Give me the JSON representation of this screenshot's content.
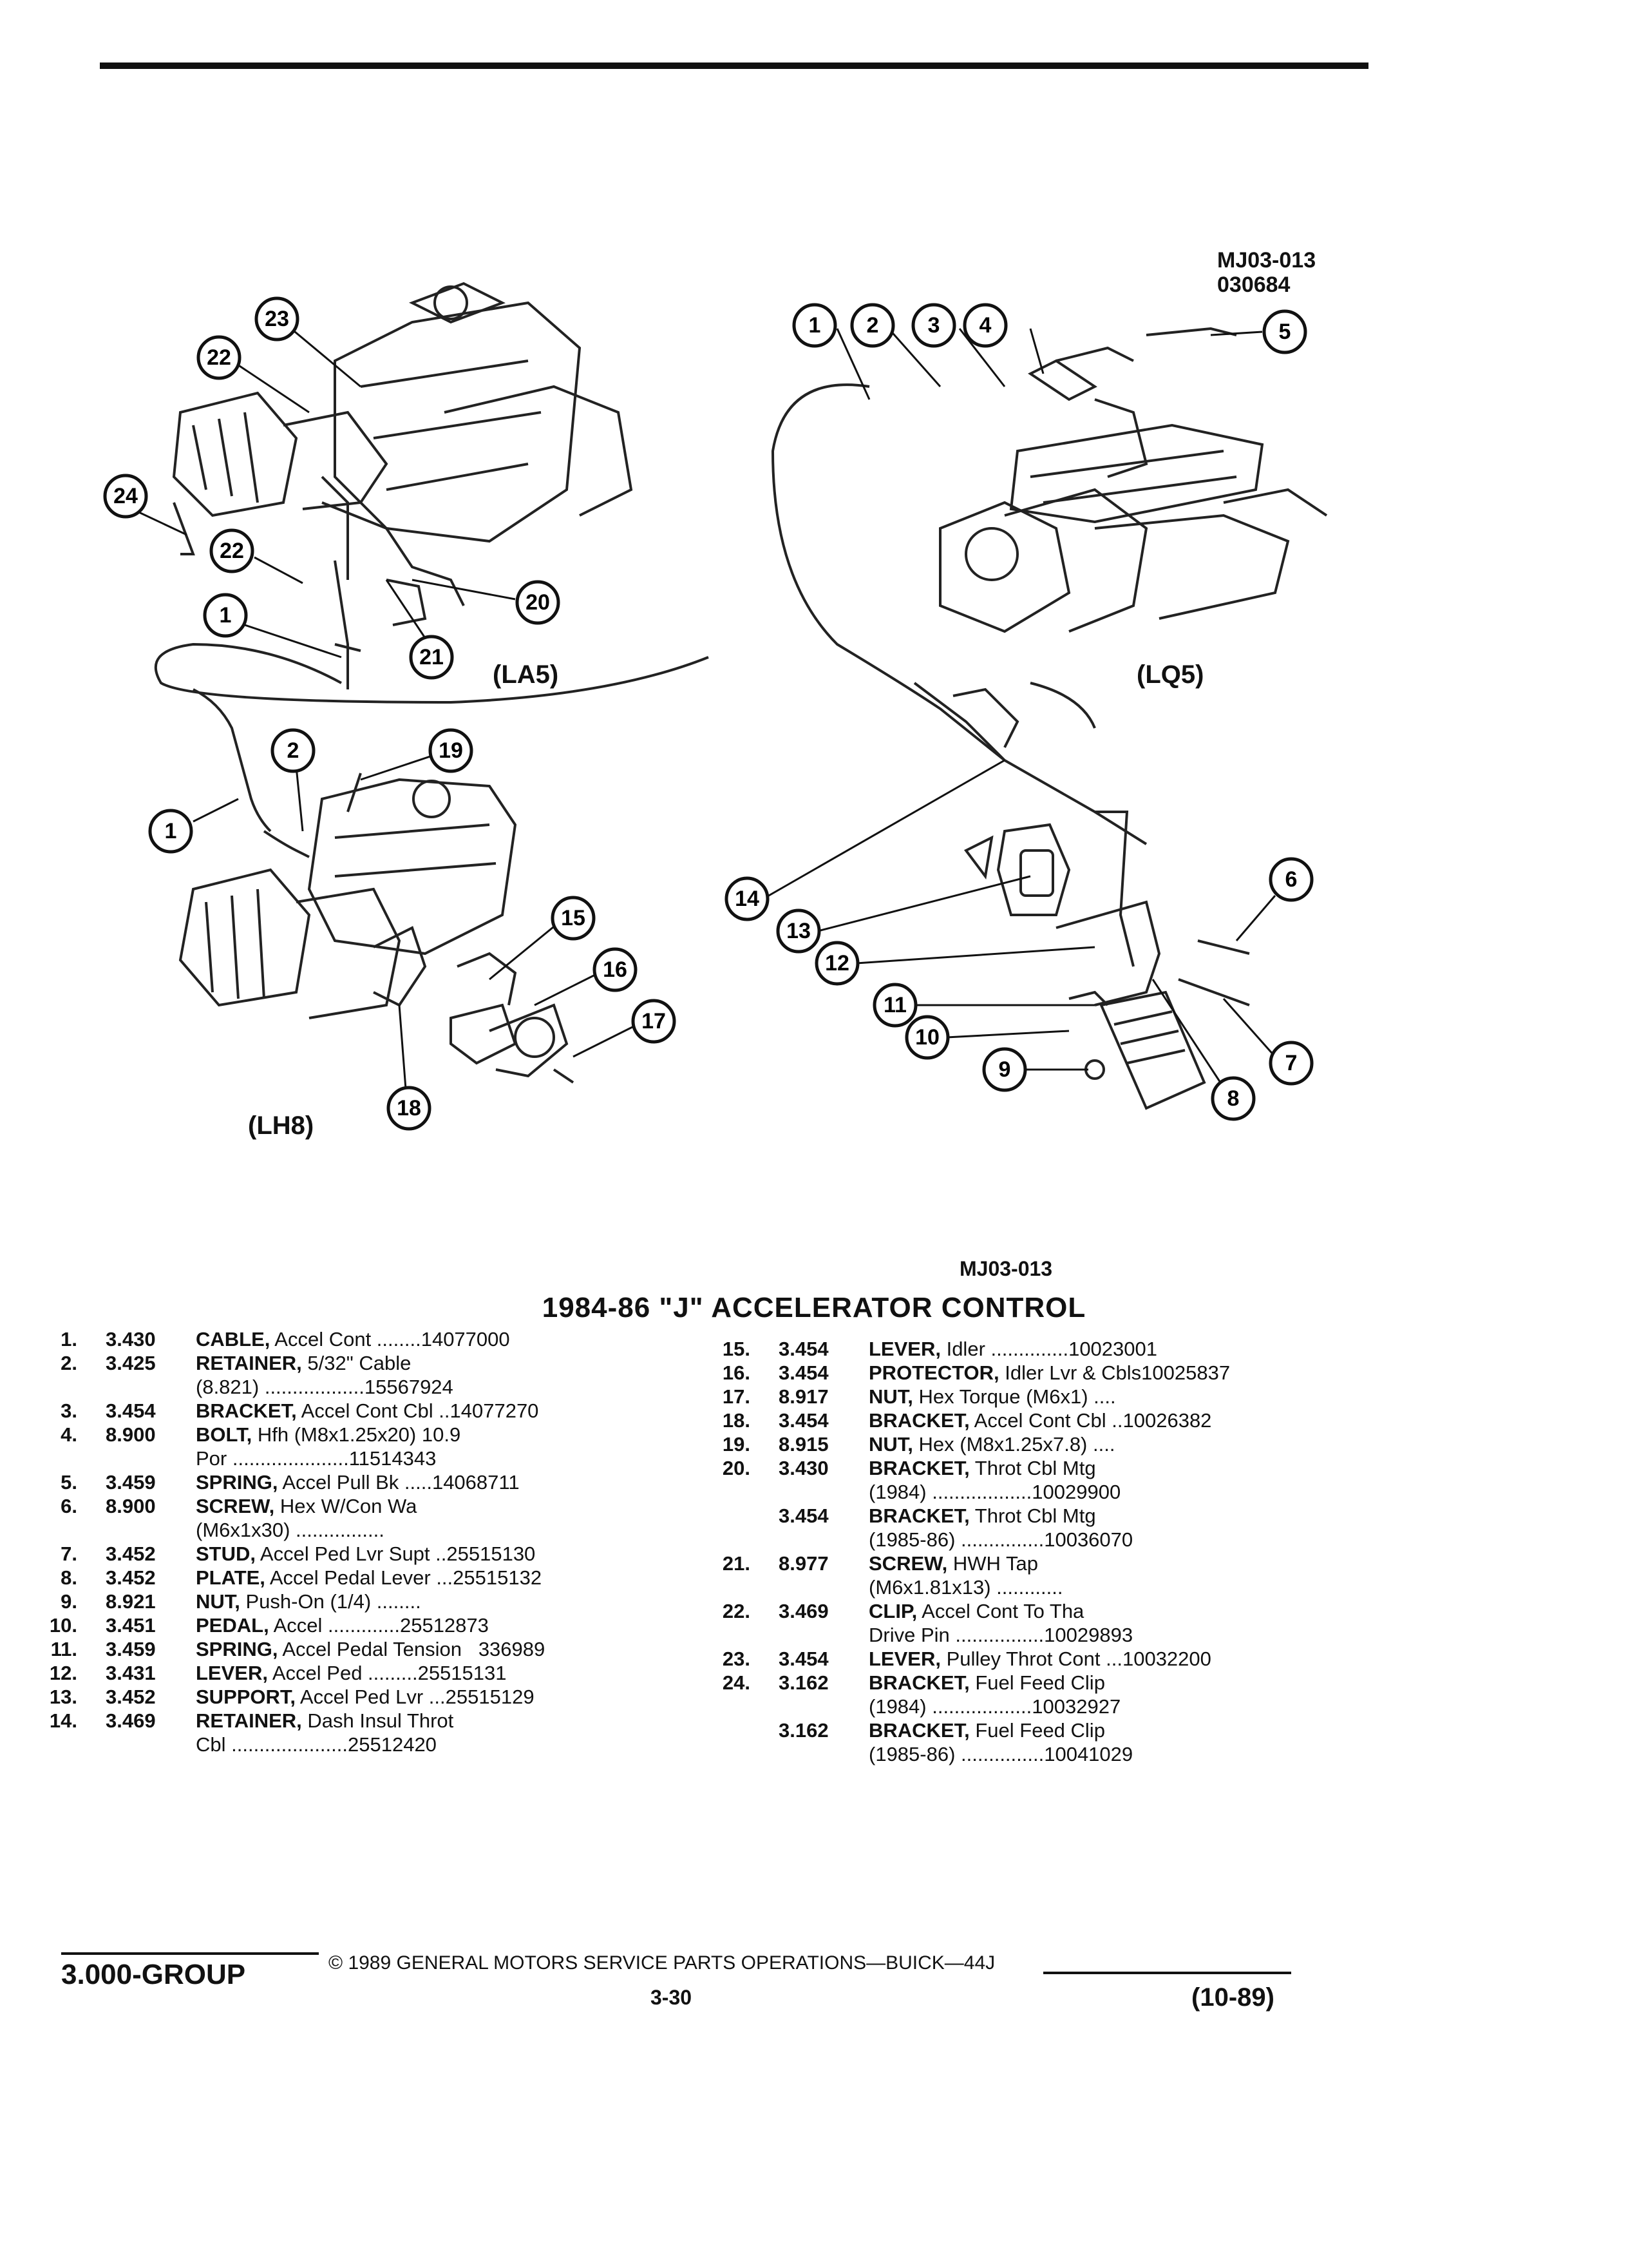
{
  "figure": {
    "id_top": "MJ03-013",
    "date_code": "030684",
    "id_bottom": "MJ03-013",
    "engine_labels": {
      "la5": "(LA5)",
      "lq5": "(LQ5)",
      "lh8": "(LH8)"
    },
    "callouts": [
      "1",
      "2",
      "3",
      "4",
      "5",
      "6",
      "7",
      "8",
      "9",
      "10",
      "11",
      "12",
      "13",
      "14",
      "15",
      "16",
      "17",
      "18",
      "19",
      "20",
      "21",
      "22",
      "23",
      "24"
    ]
  },
  "title": "1984-86 \"J\" ACCELERATOR CONTROL",
  "parts_left": [
    {
      "n": "1.",
      "g": "3.430",
      "name": "CABLE,",
      "rest": " Accel Cont ........14077000"
    },
    {
      "n": "2.",
      "g": "3.425",
      "name": "RETAINER,",
      "rest": " 5/32\" Cable"
    },
    {
      "n": "",
      "g": "",
      "name": "",
      "rest": "(8.821) ..................15567924"
    },
    {
      "n": "3.",
      "g": "3.454",
      "name": "BRACKET,",
      "rest": " Accel Cont Cbl ..14077270"
    },
    {
      "n": "4.",
      "g": "8.900",
      "name": "BOLT,",
      "rest": " Hfh (M8x1.25x20) 10.9"
    },
    {
      "n": "",
      "g": "",
      "name": "",
      "rest": "Por .....................11514343"
    },
    {
      "n": "5.",
      "g": "3.459",
      "name": "SPRING,",
      "rest": " Accel Pull Bk .....14068711"
    },
    {
      "n": "6.",
      "g": "8.900",
      "name": "SCREW,",
      "rest": " Hex W/Con Wa"
    },
    {
      "n": "",
      "g": "",
      "name": "",
      "rest": "(M6x1x30) ................"
    },
    {
      "n": "7.",
      "g": "3.452",
      "name": "STUD,",
      "rest": " Accel Ped Lvr Supt ..25515130"
    },
    {
      "n": "8.",
      "g": "3.452",
      "name": "PLATE,",
      "rest": " Accel Pedal Lever ...25515132"
    },
    {
      "n": "9.",
      "g": "8.921",
      "name": "NUT,",
      "rest": " Push-On (1/4) ........"
    },
    {
      "n": "10.",
      "g": "3.451",
      "name": "PEDAL,",
      "rest": " Accel .............25512873"
    },
    {
      "n": "11.",
      "g": "3.459",
      "name": "SPRING,",
      "rest": " Accel Pedal Tension   336989"
    },
    {
      "n": "12.",
      "g": "3.431",
      "name": "LEVER,",
      "rest": " Accel Ped .........25515131"
    },
    {
      "n": "13.",
      "g": "3.452",
      "name": "SUPPORT,",
      "rest": " Accel Ped Lvr ...25515129"
    },
    {
      "n": "14.",
      "g": "3.469",
      "name": "RETAINER,",
      "rest": " Dash Insul Throt"
    },
    {
      "n": "",
      "g": "",
      "name": "",
      "rest": "Cbl .....................25512420"
    }
  ],
  "parts_right": [
    {
      "n": "15.",
      "g": "3.454",
      "name": "LEVER,",
      "rest": " Idler ..............10023001"
    },
    {
      "n": "16.",
      "g": "3.454",
      "name": "PROTECTOR,",
      "rest": " Idler Lvr & Cbls10025837"
    },
    {
      "n": "17.",
      "g": "8.917",
      "name": "NUT,",
      "rest": " Hex Torque (M6x1) ...."
    },
    {
      "n": "18.",
      "g": "3.454",
      "name": "BRACKET,",
      "rest": " Accel Cont Cbl ..10026382"
    },
    {
      "n": "19.",
      "g": "8.915",
      "name": "NUT,",
      "rest": " Hex (M8x1.25x7.8) ...."
    },
    {
      "n": "20.",
      "g": "3.430",
      "name": "BRACKET,",
      "rest": " Throt Cbl Mtg"
    },
    {
      "n": "",
      "g": "",
      "name": "",
      "rest": "(1984) ..................10029900"
    },
    {
      "n": "",
      "g": "3.454",
      "name": "BRACKET,",
      "rest": " Throt Cbl Mtg"
    },
    {
      "n": "",
      "g": "",
      "name": "",
      "rest": "(1985-86) ...............10036070"
    },
    {
      "n": "21.",
      "g": "8.977",
      "name": "SCREW,",
      "rest": " HWH Tap"
    },
    {
      "n": "",
      "g": "",
      "name": "",
      "rest": "(M6x1.81x13) ............"
    },
    {
      "n": "22.",
      "g": "3.469",
      "name": "CLIP,",
      "rest": " Accel Cont To Tha"
    },
    {
      "n": "",
      "g": "",
      "name": "",
      "rest": "Drive Pin ................10029893"
    },
    {
      "n": "23.",
      "g": "3.454",
      "name": "LEVER,",
      "rest": " Pulley Throt Cont ...10032200"
    },
    {
      "n": "24.",
      "g": "3.162",
      "name": "BRACKET,",
      "rest": " Fuel Feed Clip"
    },
    {
      "n": "",
      "g": "",
      "name": "",
      "rest": "(1984) ..................10032927"
    },
    {
      "n": "",
      "g": "3.162",
      "name": "BRACKET,",
      "rest": " Fuel Feed Clip"
    },
    {
      "n": "",
      "g": "",
      "name": "",
      "rest": "(1985-86) ...............10041029"
    }
  ],
  "footer": {
    "group": "3.000-GROUP",
    "copyright": "© 1989 GENERAL MOTORS SERVICE PARTS OPERATIONS—BUICK—44J",
    "page": "3-30",
    "date": "(10-89)"
  }
}
